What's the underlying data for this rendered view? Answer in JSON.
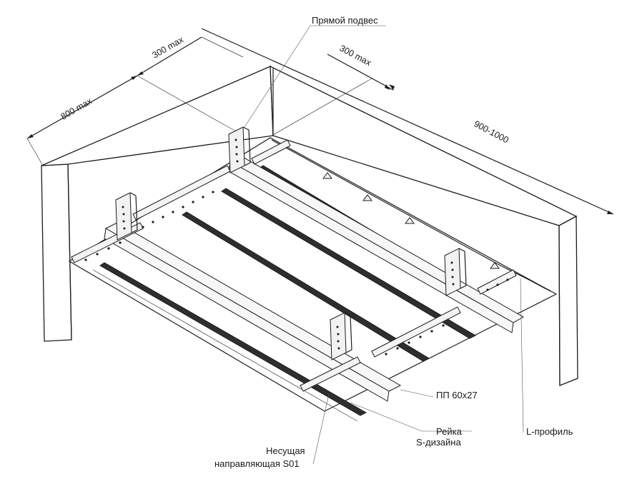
{
  "labels": {
    "hanger": "Прямой подвес",
    "pp": "ПП 60х27",
    "rail_line1": "Рейка",
    "rail_line2": "S-дизайна",
    "lprofile": "L-профиль",
    "carrier_line1": "Несущая",
    "carrier_line2": "направляющая S01"
  },
  "dimensions": {
    "d800": "800 max",
    "d300a": "300 max",
    "d300b": "300 max",
    "d900": "900-1000"
  }
}
